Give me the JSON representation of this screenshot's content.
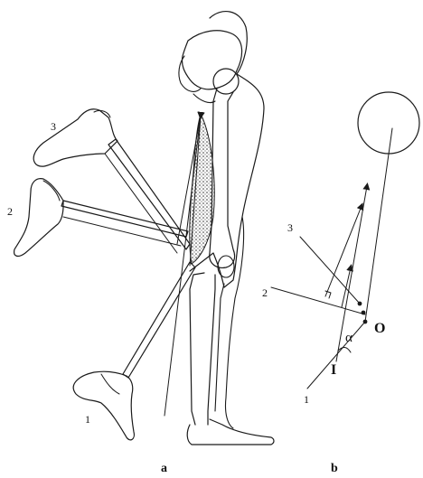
{
  "panels": {
    "a": {
      "caption": "a",
      "leg_positions": [
        "1",
        "2",
        "3"
      ]
    },
    "b": {
      "caption": "b",
      "line_labels": [
        "1",
        "2",
        "3"
      ],
      "point_origin": "O",
      "point_insertion": "I",
      "angle": "α"
    }
  },
  "colors": {
    "ink": "#1a1a1a",
    "background": "#ffffff"
  }
}
